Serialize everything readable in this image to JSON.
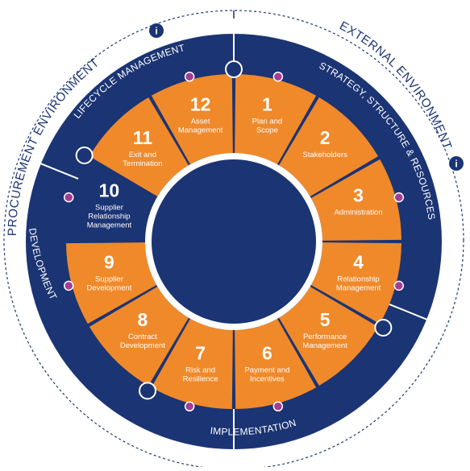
{
  "colors": {
    "navy": "#1b3473",
    "orange": "#f0892a",
    "magenta": "#a43d96",
    "white": "#ffffff"
  },
  "environments": {
    "procurement": "PROCUREMENT ENVIRONMENT",
    "external": "EXTERNAL ENVIRONMENT",
    "info_icon_glyph": "i"
  },
  "phases": {
    "lifecycle": "LIFECYCLE MANAGEMENT",
    "strategy": "STRATEGY, STRUCTURE & RESOURCES",
    "implementation": "IMPLEMENTATION",
    "development": "DEVELOPMENT"
  },
  "segments": [
    {
      "number": "1",
      "lines": [
        "Plan and",
        "Scope"
      ],
      "highlighted": false
    },
    {
      "number": "2",
      "lines": [
        "Stakeholders"
      ],
      "highlighted": false
    },
    {
      "number": "3",
      "lines": [
        "Administration"
      ],
      "highlighted": false
    },
    {
      "number": "4",
      "lines": [
        "Relationship",
        "Management"
      ],
      "highlighted": false
    },
    {
      "number": "5",
      "lines": [
        "Performance",
        "Management"
      ],
      "highlighted": false
    },
    {
      "number": "6",
      "lines": [
        "Payment and",
        "Incentives"
      ],
      "highlighted": false
    },
    {
      "number": "7",
      "lines": [
        "Risk and",
        "Resilience"
      ],
      "highlighted": false
    },
    {
      "number": "8",
      "lines": [
        "Contract",
        "Development"
      ],
      "highlighted": false
    },
    {
      "number": "9",
      "lines": [
        "Supplier",
        "Development"
      ],
      "highlighted": false
    },
    {
      "number": "10",
      "lines": [
        "Supplier",
        "Relationship",
        "Management"
      ],
      "highlighted": true
    },
    {
      "number": "11",
      "lines": [
        "Exit and",
        "Termination"
      ],
      "highlighted": false
    },
    {
      "number": "12",
      "lines": [
        "Asset",
        "Management"
      ],
      "highlighted": false
    }
  ]
}
